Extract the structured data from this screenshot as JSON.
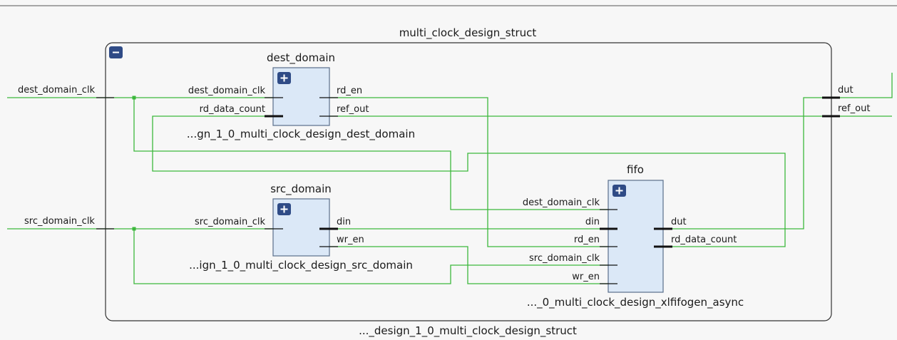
{
  "top_module": {
    "title": "multi_clock_design_struct",
    "instance": "..._design_1_0_multi_clock_design_struct",
    "collapse_icon": "minus-icon"
  },
  "ports_in": {
    "dest_domain_clk": "dest_domain_clk",
    "src_domain_clk": "src_domain_clk"
  },
  "ports_out": {
    "dut": "dut",
    "ref_out": "ref_out"
  },
  "dest_domain": {
    "title": "dest_domain",
    "instance": "...gn_1_0_multi_clock_design_dest_domain",
    "in_clk": "dest_domain_clk",
    "in_count": "rd_data_count",
    "out_rd_en": "rd_en",
    "out_ref": "ref_out",
    "expand_icon": "plus-icon"
  },
  "src_domain": {
    "title": "src_domain",
    "instance": "...ign_1_0_multi_clock_design_src_domain",
    "in_clk": "src_domain_clk",
    "out_din": "din",
    "out_wr_en": "wr_en",
    "expand_icon": "plus-icon"
  },
  "fifo": {
    "title": "fifo",
    "instance": "..._0_multi_clock_design_xlfifogen_async",
    "in_dest_clk": "dest_domain_clk",
    "in_din": "din",
    "in_rd_en": "rd_en",
    "in_src_clk": "src_domain_clk",
    "in_wr_en": "wr_en",
    "out_dut": "dut",
    "out_count": "rd_data_count",
    "expand_icon": "plus-icon"
  },
  "colors": {
    "wire": "#3cb83c",
    "block_fill": "#dbe8f7",
    "block_stroke": "#5a6f8a",
    "icon_fill": "#2f4b86",
    "container_stroke": "#333333"
  }
}
